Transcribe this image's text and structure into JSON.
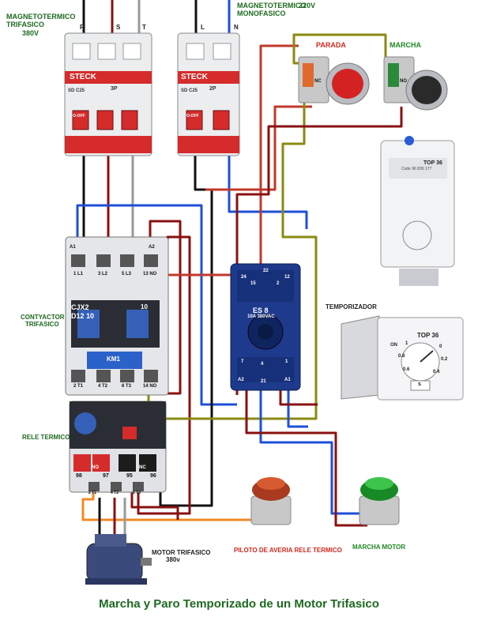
{
  "title": "Marcha y Paro Temporizado de un Motor Trifasico",
  "labels": {
    "mag_tri_line1": "MAGNETOTERMICO",
    "mag_tri_line2": "TRIFASICO",
    "mag_tri_volt": "380V",
    "mag_mono_line1": "MAGNETOTERMICO",
    "mag_mono_line2": "MONOFASICO",
    "mag_mono_volt": "220V",
    "parada": "PARADA",
    "marcha": "MARCHA",
    "contactor_line1": "CONTYACTOR",
    "contactor_line2": "TRIFASICO",
    "temporizador": "TEMPORIZADOR",
    "rele": "RELE TERMICO",
    "motor_line1": "MOTOR TRIFASICO",
    "motor_line2": "380v",
    "piloto": "PILOTO DE AVERIA RELE TERMICO",
    "marcha_motor": "MARCHA MOTOR"
  },
  "phases": {
    "r": "R",
    "s": "S",
    "t": "T",
    "l": "L",
    "n": "N"
  },
  "breaker3p": {
    "brand": "STECK",
    "poles": "3P",
    "model": "SD C25",
    "off": "O-OFF"
  },
  "breaker2p": {
    "brand": "STECK",
    "poles": "2P",
    "model": "SD C25",
    "off": "O-OFF"
  },
  "contactor": {
    "model_line1": "CJX2",
    "model_line2": "D12 10",
    "aux": "10",
    "name": "KM1",
    "top_terminals": [
      "1 L1",
      "3 L2",
      "5 L3",
      "13 NO"
    ],
    "bottom_terminals": [
      "2 T1",
      "4 T2",
      "6 T3",
      "14 NO"
    ],
    "coil_terminals": [
      "A1",
      "A2"
    ]
  },
  "timer_base": {
    "model": "ES 8",
    "rating": "10A 380VAC",
    "pins": [
      "24",
      "22",
      "12",
      "15",
      "2",
      "7",
      "4",
      "1",
      "A2",
      "21",
      "A1"
    ]
  },
  "relay_top36": {
    "name": "TOP 36",
    "code": "Code 96 836 177"
  },
  "timer_top36": {
    "name": "TOP 36",
    "on": "ON",
    "dial": [
      "1",
      "0.8",
      "0.6",
      "0.4",
      "0.2",
      "0"
    ],
    "unit": "s"
  },
  "thermal": {
    "terminals": [
      "98",
      "97",
      "95",
      "96"
    ],
    "nc": "NC",
    "no": "NO",
    "out": [
      "2 T1",
      "4 T2",
      "6 T3"
    ]
  },
  "buttons": {
    "stop_nc": "NC",
    "start_no": "NO"
  },
  "colors": {
    "red": "#c0392b",
    "green": "#1d8a22",
    "blue": "#1d4fd8",
    "black": "#111111",
    "darkred": "#7a1010",
    "olive": "#8a8a12",
    "grey": "#999999",
    "orange": "#f08a24"
  }
}
